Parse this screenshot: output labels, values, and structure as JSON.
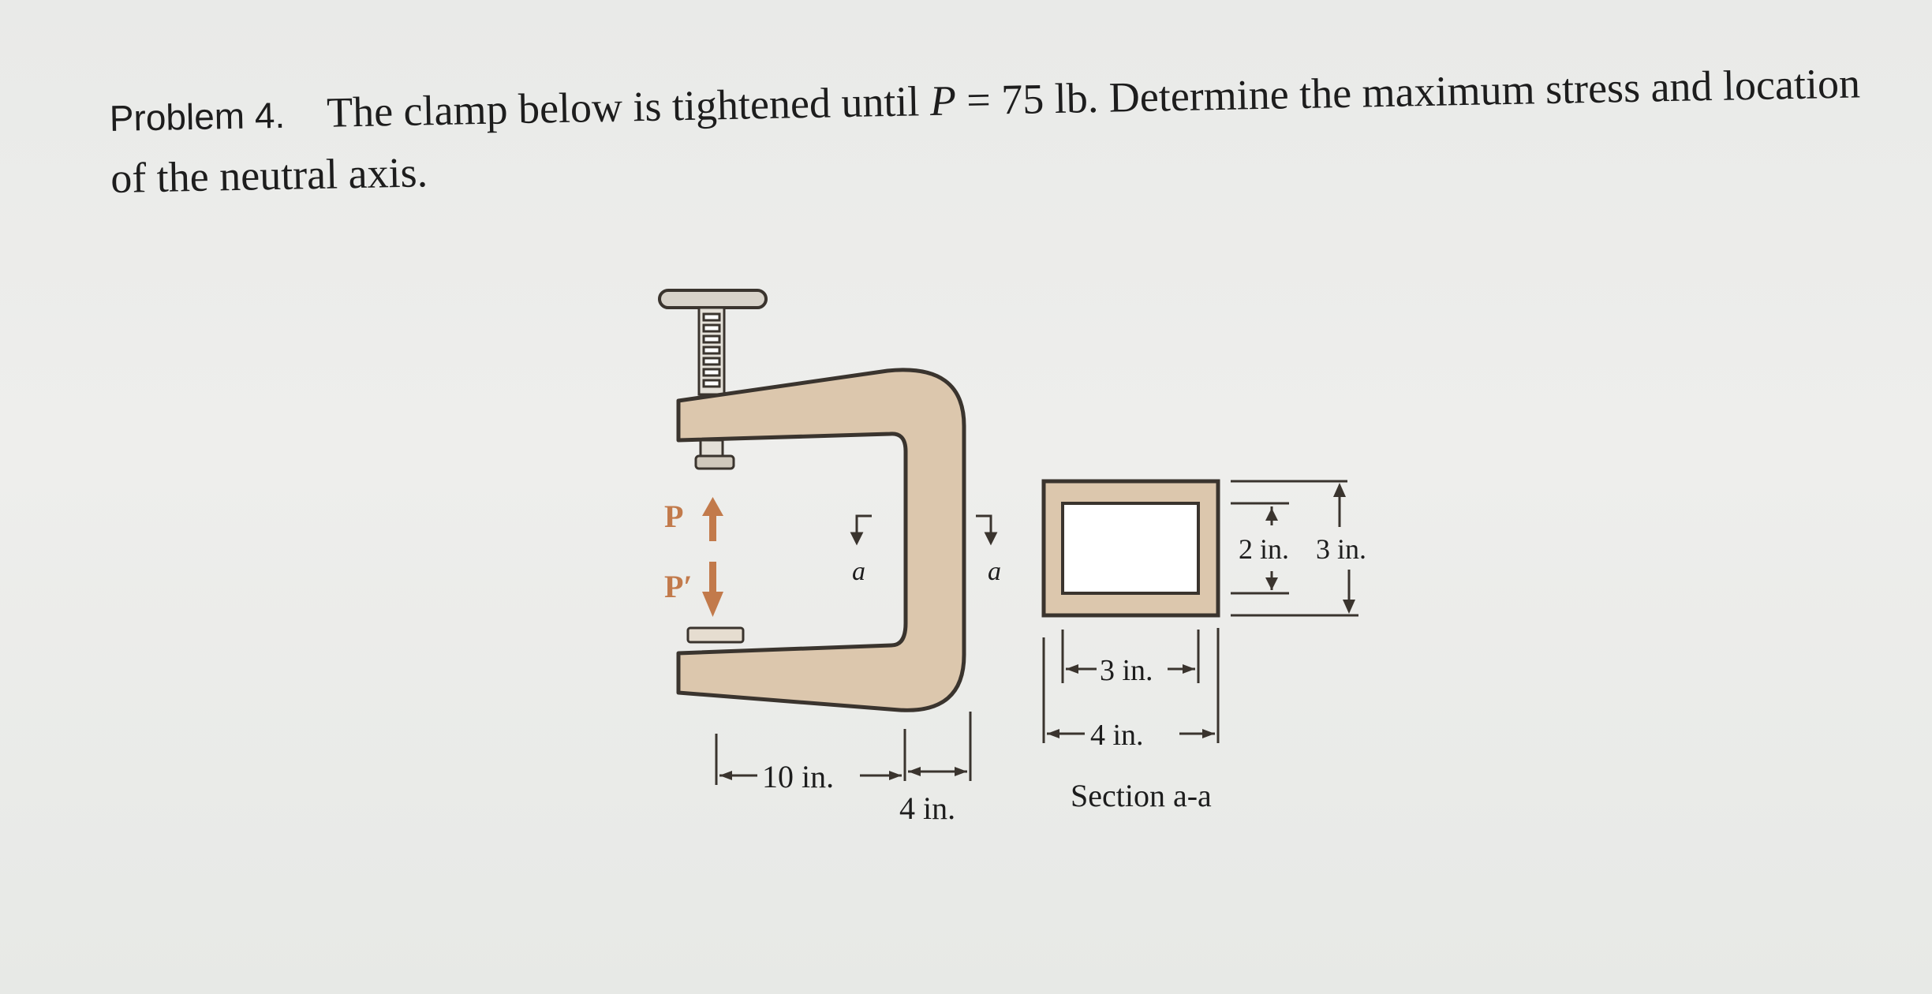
{
  "problem": {
    "label": "Problem 4.",
    "text_before_var": "The clamp below is tightened until",
    "var": "P",
    "text_after_var": "= 75 lb. Determine the maximum stress and location of the neutral axis."
  },
  "figure": {
    "force_P": "P",
    "force_P_prime": "P′",
    "section_mark_left": "a",
    "section_mark_right": "a",
    "dim_10": "10 in.",
    "dim_4": "4 in.",
    "section_inner_width": "3 in.",
    "section_outer_width": "4 in.",
    "section_inner_height": "2 in.",
    "section_outer_height": "3 in.",
    "section_caption": "Section a-a",
    "colors": {
      "body": "#dcc7ad",
      "outline": "#3a342e",
      "arrow": "#c27a4b",
      "screw": "#e4e0d8"
    }
  }
}
